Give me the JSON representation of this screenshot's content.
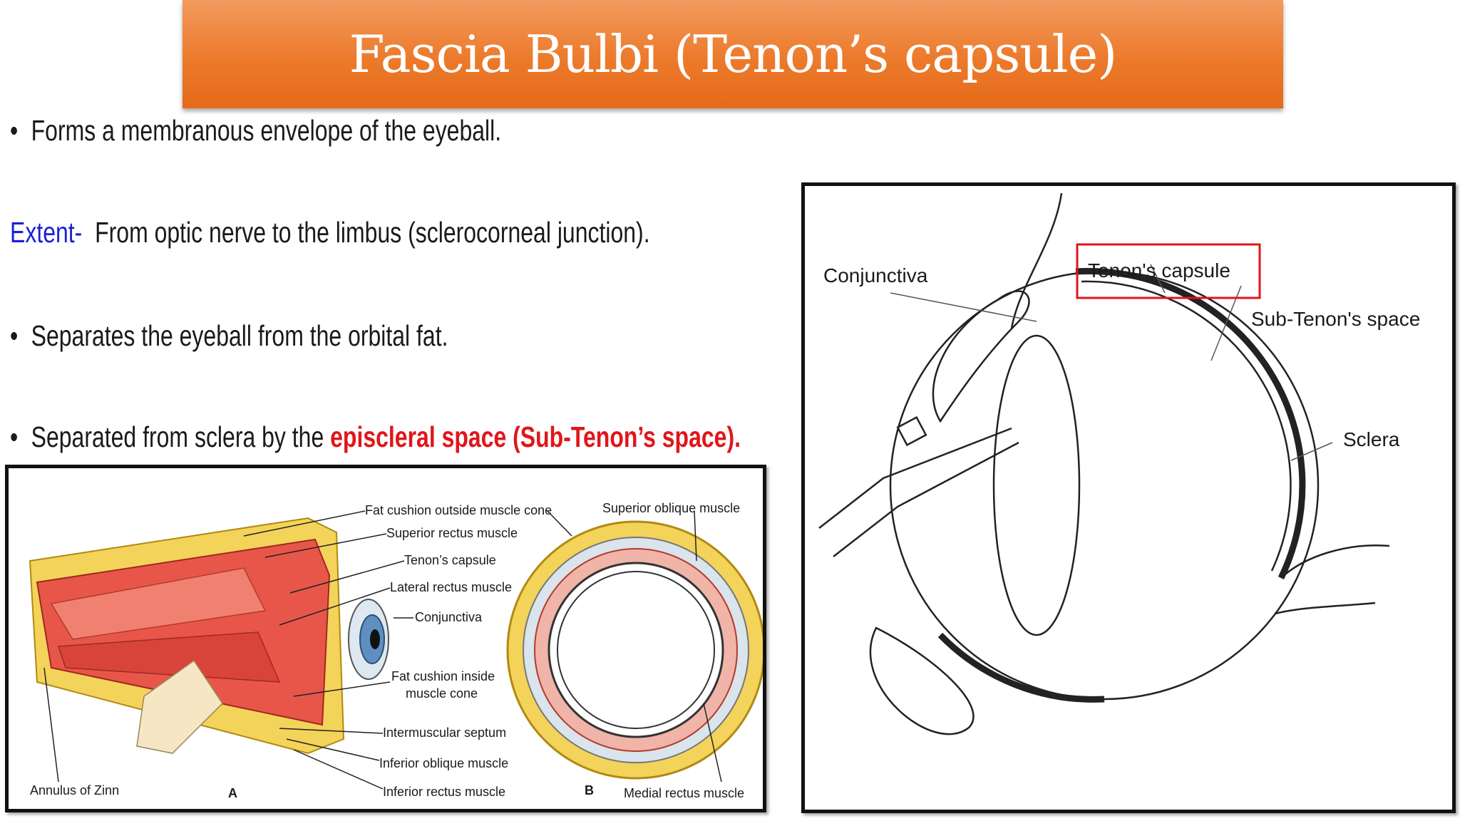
{
  "title": "Fascia Bulbi (Tenon’s capsule)",
  "bullets": {
    "b1": "Forms a membranous envelope of the eyeball.",
    "extent_label": "Extent-",
    "extent_text": "From optic nerve to the limbus (sclerocorneal junction).",
    "b3": "Separates the eyeball from the orbital fat.",
    "b4_prefix": "Separated from sclera by the ",
    "b4_highlight": "episcleral space (Sub-Tenon’s space)."
  },
  "left_figure": {
    "labels": {
      "fat_outside": "Fat cushion outside muscle cone",
      "superior_rectus": "Superior rectus muscle",
      "tenon": "Tenon’s capsule",
      "lateral_rectus": "Lateral rectus muscle",
      "conjunctiva": "Conjunctiva",
      "fat_inside_1": "Fat cushion inside",
      "fat_inside_2": "muscle cone",
      "intermuscular": "Intermuscular septum",
      "inferior_oblique": "Inferior oblique muscle",
      "inferior_rectus": "Inferior rectus muscle",
      "annulus": "Annulus of Zinn",
      "label_a": "A",
      "label_b": "B",
      "superior_oblique": "Superior oblique muscle",
      "medial_rectus": "Medial rectus muscle"
    }
  },
  "right_figure": {
    "labels": {
      "conjunctiva": "Conjunctiva",
      "tenon": "Tenon's capsule",
      "sub_tenon": "Sub-Tenon's space",
      "sclera": "Sclera"
    },
    "highlight_color": "#e0161b"
  },
  "colors": {
    "title_bg": "#ec7a2b",
    "extent": "#1b1fd6",
    "highlight": "#e0161b"
  }
}
